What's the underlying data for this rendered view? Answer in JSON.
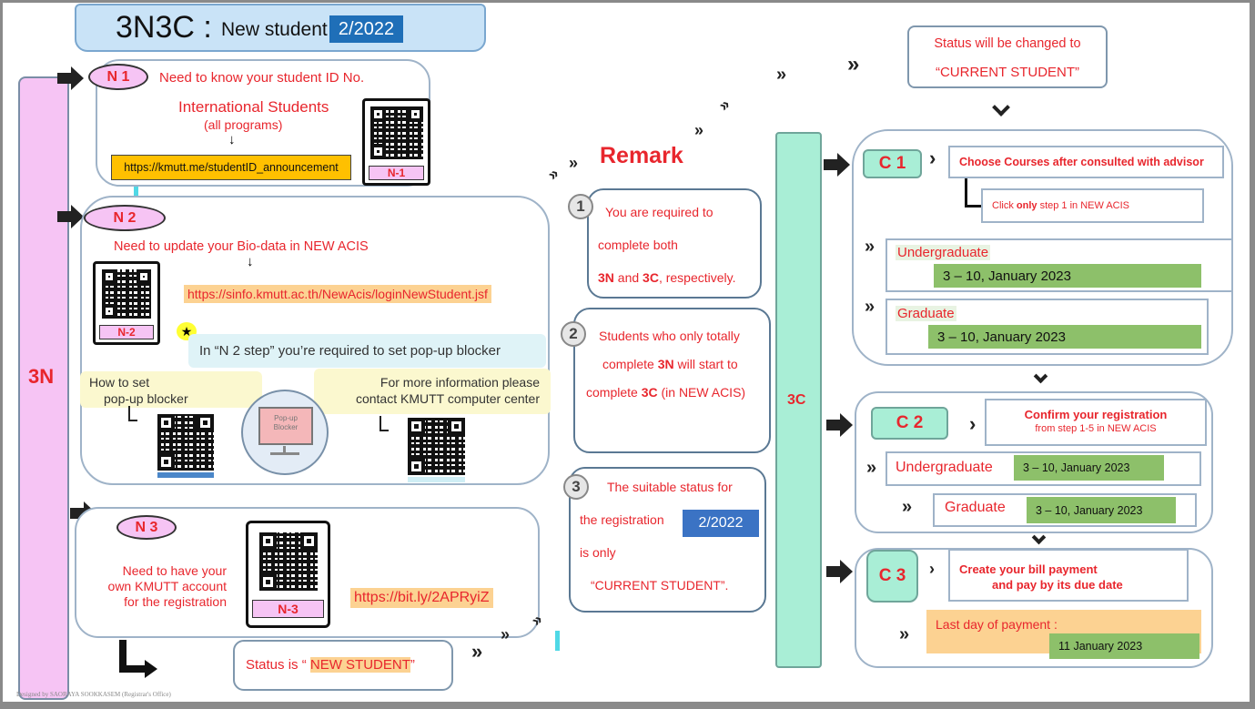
{
  "header": {
    "title": "3N3C :",
    "subtitle": "New student",
    "term": "2/2022"
  },
  "left_bar": {
    "label": "3N",
    "color": "#f6c4f4"
  },
  "n1": {
    "badge": "N 1",
    "heading": "Need to know your student ID No.",
    "group": "International Students",
    "group_note": "(all programs)",
    "link": "https://kmutt.me/studentID_announcement",
    "qr_label": "N-1"
  },
  "n2": {
    "badge": "N 2",
    "heading": "Need to update your Bio-data in NEW ACIS",
    "link": "https://sinfo.kmutt.ac.th/NewAcis/loginNewStudent.jsf",
    "qr_label": "N-2",
    "note": "In “N 2 step” you’re required to set pop-up blocker",
    "howto_line1": "How to set",
    "howto_line2": "pop-up blocker",
    "contact_line1": "For more information please",
    "contact_line2": "contact KMUTT computer center",
    "monitor_line1": "Pop-up",
    "monitor_line2": "Blocker"
  },
  "n3": {
    "badge": "N 3",
    "line1": "Need to have your",
    "line2": "own KMUTT account",
    "line3": "for the registration",
    "qr_label": "N-3",
    "link": "https://bit.ly/2APRyiZ"
  },
  "status_new": {
    "prefix": "Status is “ ",
    "value": "NEW STUDENT",
    "suffix": "”"
  },
  "credit": "Designed by SAORAYA SOOKKASEM (Registrar's Office)",
  "remark": {
    "title": "Remark",
    "items": [
      {
        "num": "1",
        "line1": "You are required to",
        "line2": "complete both",
        "line3a": "3N",
        "line3b": " and ",
        "line3c": "3C",
        ",": "",
        "line3d": ", respectively."
      },
      {
        "num": "2",
        "line1": "Students who only totally",
        "line2a": "complete ",
        "line2b": "3N",
        "line2c": " will start to",
        "line3a": "complete ",
        "line3b": "3C",
        "line3c": " (in NEW ACIS)"
      },
      {
        "num": "3",
        "line1": "The suitable status for",
        "line2": "the  registration",
        "term": "2/2022",
        "line3": "is only",
        "line4": "“CURRENT   STUDENT”."
      }
    ]
  },
  "status_current": {
    "line1": "Status will be changed to",
    "line2": "“CURRENT STUDENT”"
  },
  "right_bar": {
    "label": "3C",
    "color": "#a9eed6"
  },
  "c1": {
    "badge": "C 1",
    "task": "Choose Courses after consulted with advisor",
    "sub_a": "Click ",
    "sub_b": "only",
    "sub_c": " step 1 in NEW  ACIS",
    "undergrad_label": "Undergraduate",
    "undergrad_date": "3 – 10, January 2023",
    "grad_label": "Graduate",
    "grad_date": "3 – 10, January 2023"
  },
  "c2": {
    "badge": "C 2",
    "task": "Confirm your registration",
    "task_sub": "from step 1-5 in NEW ACIS",
    "undergrad_label": "Undergraduate",
    "undergrad_date": "3 – 10, January 2023",
    "grad_label": "Graduate",
    "grad_date": "3 – 10, January 2023"
  },
  "c3": {
    "badge": "C 3",
    "task_line1": "Create your bill payment",
    "task_line2": "and pay by its due date",
    "payment_label": "Last day of payment :",
    "payment_date": "11  January 2023"
  },
  "colors": {
    "text_red": "#e8262d",
    "date_green": "#8dc06a",
    "link_orange": "#ffc000",
    "term_blue": "#2e74c6"
  }
}
